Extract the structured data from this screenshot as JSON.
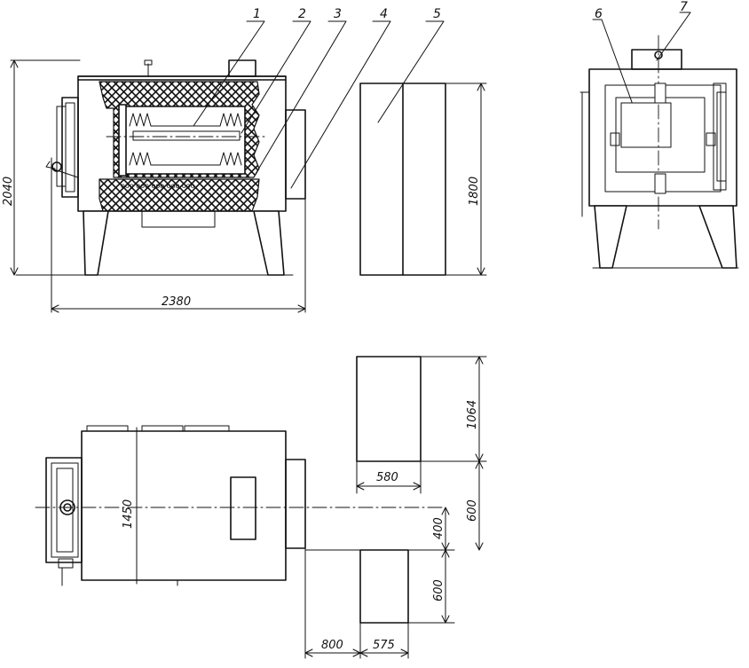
{
  "callouts": [
    "1",
    "2",
    "3",
    "4",
    "5",
    "6",
    "7"
  ],
  "dimensions": {
    "total_height": "2040",
    "total_width": "2380",
    "cabinet_height": "1800",
    "plan_depth": "1450",
    "cabinet_b_depth": "1064",
    "cabinet_b_width": "580",
    "spacing_a": "600",
    "spacing_b": "400",
    "cabinet_c_depth": "600",
    "gap_to_furnace": "800",
    "cabinet_c_width": "575"
  }
}
